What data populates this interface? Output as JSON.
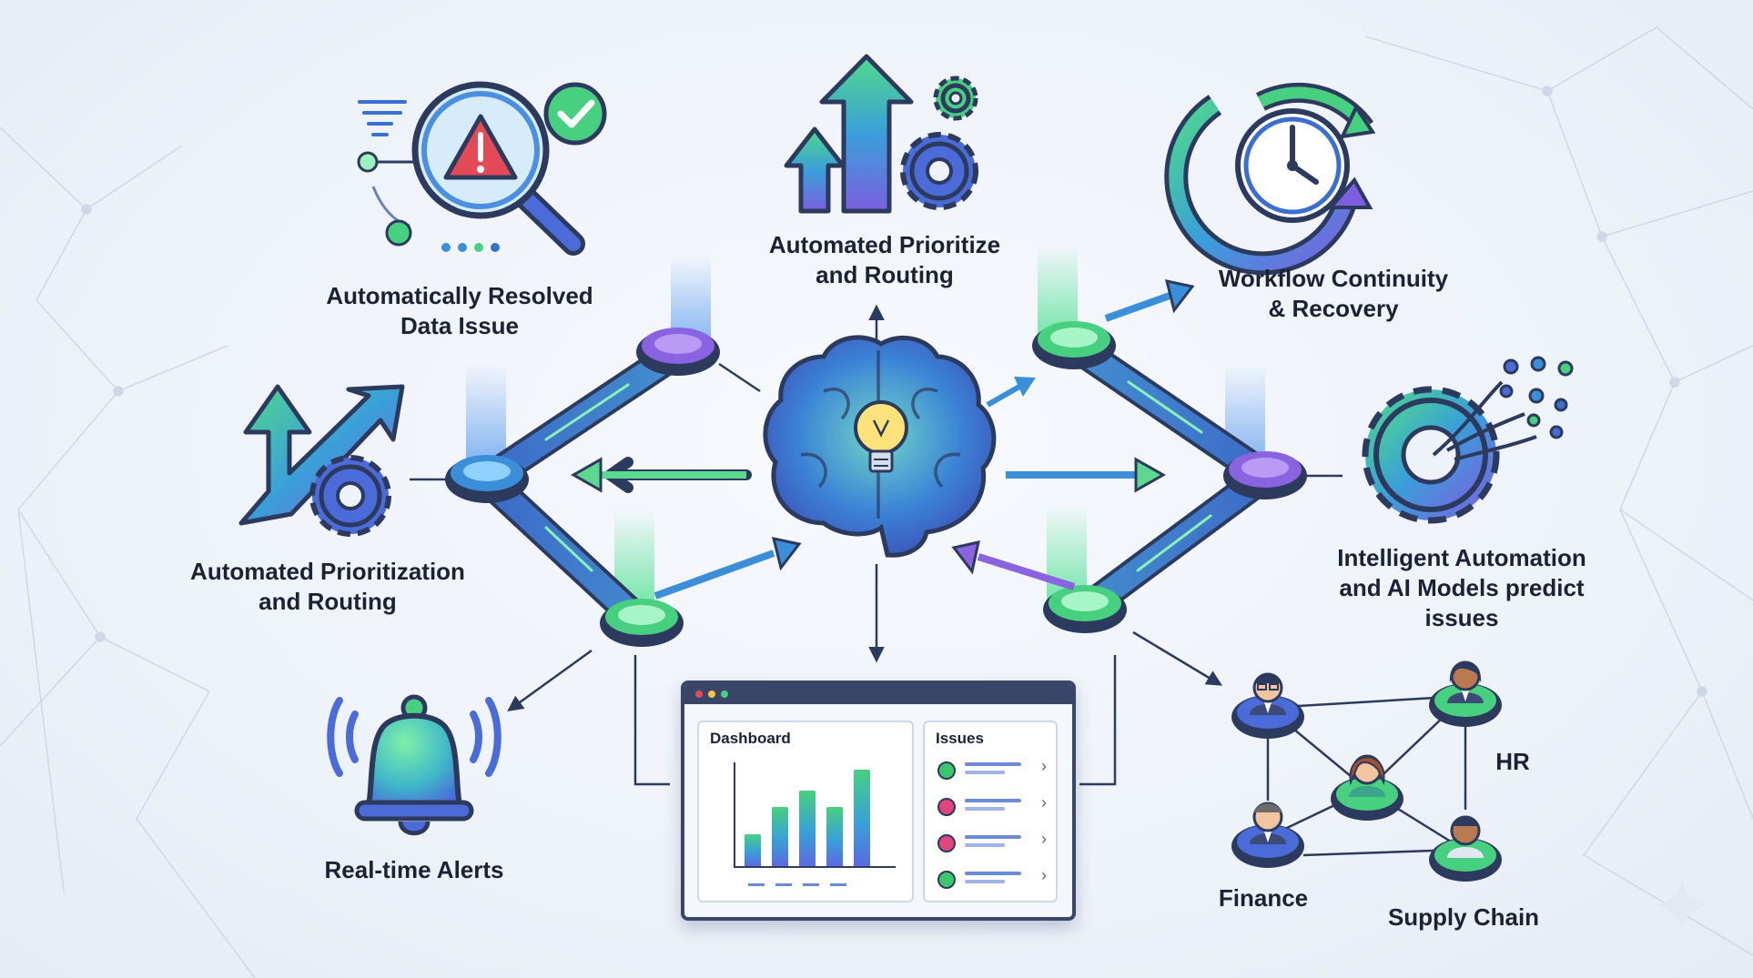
{
  "labels": {
    "resolved": [
      "Automatically Resolved",
      "Data Issue"
    ],
    "prioritize_top": [
      "Automated Prioritize",
      "and Routing"
    ],
    "workflow": [
      "Workflow Continuity",
      "& Recovery"
    ],
    "prioritization_left": [
      "Automated Prioritization",
      "and Routing"
    ],
    "intelligent": [
      "Intelligent Automation",
      "and AI Models predict",
      "issues"
    ],
    "alerts": "Real-time Alerts",
    "hr": "HR",
    "finance": "Finance",
    "supply_chain": "Supply Chain"
  },
  "dashboard": {
    "panel_title": "Dashboard",
    "issues_title": "Issues",
    "bars": [
      0.3,
      0.55,
      0.7,
      0.55,
      0.9
    ],
    "issue_colors": [
      "#3fc76f",
      "#e0457b",
      "#e0457b",
      "#3fc76f"
    ]
  },
  "colors": {
    "green": "#47d07f",
    "blue": "#3a8fd8",
    "purple": "#8a63e0",
    "navy": "#2c3a5e",
    "alert_red": "#e34a55"
  },
  "icons": [
    "magnifier-alert-icon",
    "check-badge-icon",
    "arrows-gear-icon",
    "clock-cycle-icon",
    "growth-gear-icon",
    "ai-gear-icon",
    "brain-bulb-icon",
    "bell-icon",
    "people-network-icon"
  ]
}
